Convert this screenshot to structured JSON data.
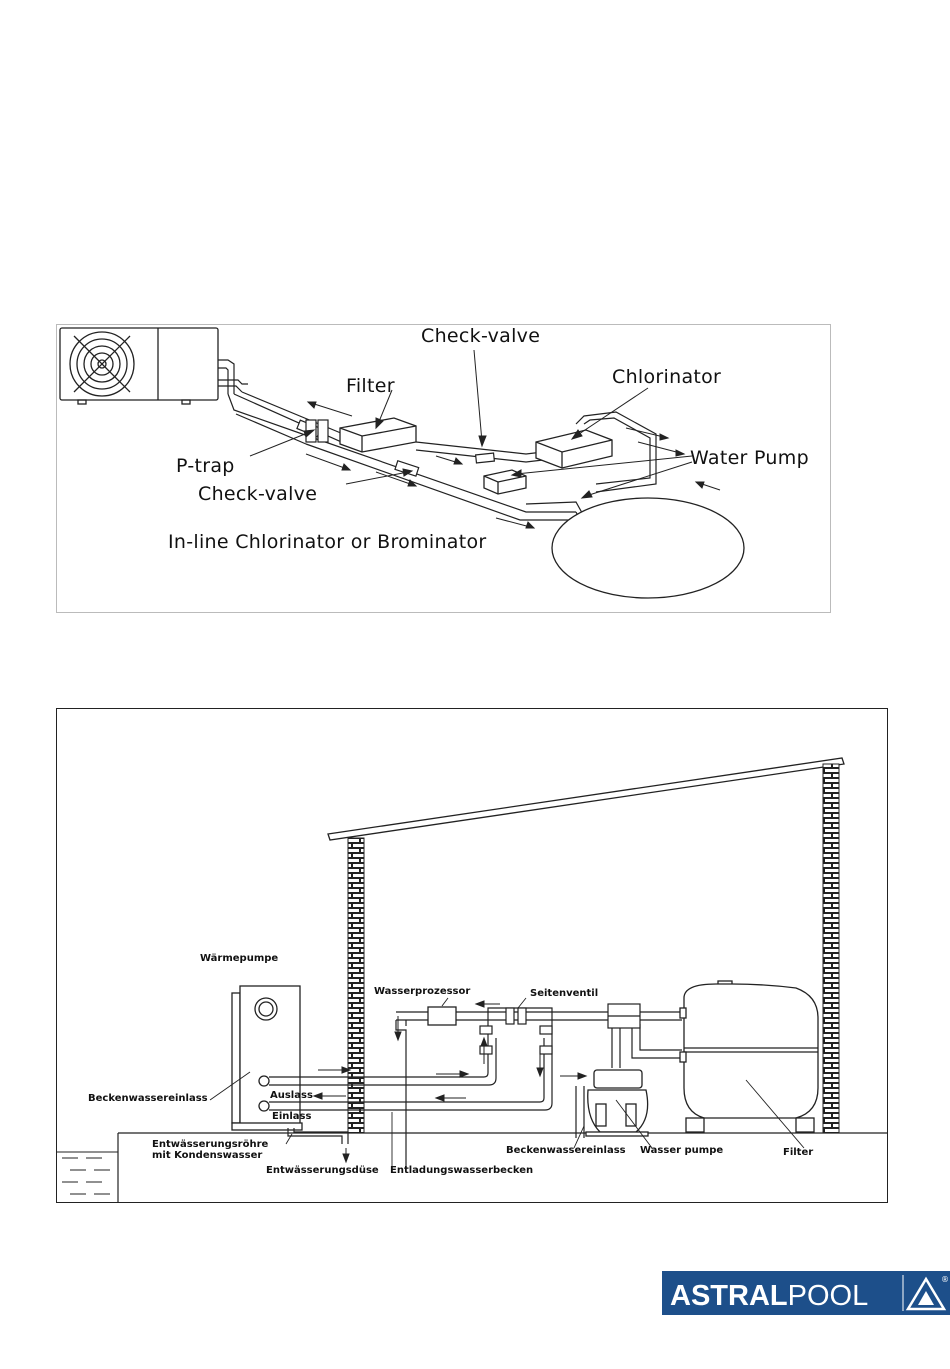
{
  "top_diagram": {
    "labels": {
      "check_valve_top": "Check-valve",
      "filter": "Filter",
      "chlorinator": "Chlorinator",
      "water_pump": "Water Pump",
      "p_trap": "P-trap",
      "check_valve_bottom": "Check-valve",
      "inline": "In-line Chlorinator or Brominator"
    }
  },
  "bottom_diagram": {
    "labels": {
      "waermepumpe": "Wärmepumpe",
      "wasserprozessor": "Wasserprozessor",
      "seitenventil": "Seitenventil",
      "beckenwassereinlass_left": "Beckenwassereinlass",
      "auslass": "Auslass",
      "einlass": "Einlass",
      "entwaesserungsroehre_1": "Entwässerungsröhre",
      "entwaesserungsroehre_2": "mit Kondenswasser",
      "entwaesserungsduese": "Entwässerungsdüse",
      "entladungswasserbecken": "Entladungswasserbecken",
      "beckenwassereinlass_right": "Beckenwassereinlass",
      "wasser_pumpe": "Wasser pumpe",
      "filter": "Filter"
    }
  },
  "logo": {
    "brand_bold": "ASTRAL",
    "brand_light": "POOL",
    "registered": "®",
    "color": "#1d4f8a"
  }
}
